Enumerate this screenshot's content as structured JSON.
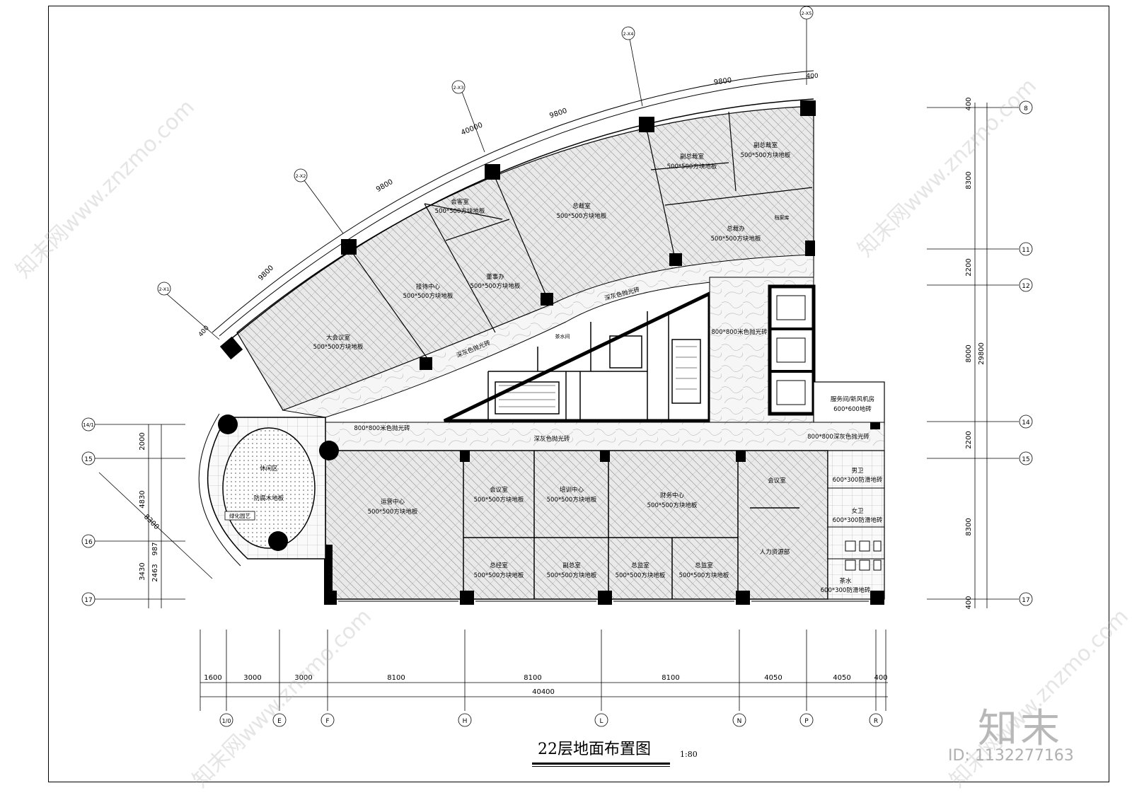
{
  "title": "22层地面布置图",
  "scale": "1:80",
  "brand": "知末",
  "id_text": "ID: 1132277163",
  "watermark": "知末网www.znzmo.com",
  "rooms": [
    {
      "name": "大会议室",
      "floor": "500*500方块地板"
    },
    {
      "name": "接待中心",
      "floor": "500*500方块地板"
    },
    {
      "name": "董事办",
      "floor": "500*500方块地板"
    },
    {
      "name": "会客室",
      "floor": "500*500方块地板"
    },
    {
      "name": "总裁室",
      "floor": "500*500方块地板"
    },
    {
      "name": "副总裁室",
      "floor": "500*500方块地板"
    },
    {
      "name": "副总裁室",
      "floor": "500*500方块地板"
    },
    {
      "name": "总裁办",
      "floor": "500*500方块地板"
    },
    {
      "name": "运营中心",
      "floor": "500*500方块地板"
    },
    {
      "name": "会议室",
      "floor": "500*500方块地板"
    },
    {
      "name": "培训中心",
      "floor": "500*500方块地板"
    },
    {
      "name": "财务中心",
      "floor": "500*500方块地板"
    },
    {
      "name": "总经室",
      "floor": "500*500方块地板"
    },
    {
      "name": "副总室",
      "floor": "500*500方块地板"
    },
    {
      "name": "总监室",
      "floor": "500*500方块地板"
    },
    {
      "name": "总监室",
      "floor": "500*500方块地板"
    }
  ],
  "labels": {
    "corridor_arc_1": "深灰色抛光砖",
    "corridor_arc_2": "深灰色抛光砖",
    "corridor_main": "深灰色抛光砖",
    "lobby_floor": "800*800米色抛光砖",
    "lobby_floor_2": "800*800米色抛光砖",
    "service_floor": "800*800深灰色抛光砖",
    "meeting_small": "会议室",
    "hr": "人力资源部",
    "service_room": "服务间/新风机房",
    "service_room_floor": "600*600地砖",
    "toilet_1": "男卫",
    "toilet_1_floor": "600*300防滑地砖",
    "toilet_2": "女卫",
    "toilet_2_floor": "600*300防滑地砖",
    "tea": "茶水",
    "tea_floor": "600*300防滑地砖",
    "rest_area": "休闲区",
    "rest_floor": "防腐木地板",
    "planter": "绿化园艺",
    "store": "茶水间",
    "archive": "档案库"
  },
  "bottom_dims": [
    "1600",
    "3000",
    "3000",
    "8100",
    "8100",
    "8100",
    "4050",
    "4050",
    "400"
  ],
  "bottom_total": "40400",
  "bottom_axes": [
    "1/0",
    "E",
    "F",
    "H",
    "L",
    "N",
    "P",
    "R"
  ],
  "right_dims": [
    "400",
    "8300",
    "2200",
    "8000",
    "2200",
    "8300",
    "400"
  ],
  "right_total": "29800",
  "right_axes": [
    "8",
    "11",
    "12",
    "14",
    "15",
    "17"
  ],
  "left_dims": [
    "2000",
    "4830",
    "987",
    "2463",
    "3430",
    "8300"
  ],
  "left_axes": [
    "14/1",
    "15",
    "16",
    "17"
  ],
  "arc_dims": [
    "9800",
    "9800",
    "9800",
    "9800",
    "40000",
    "400",
    "400"
  ],
  "arc_axes": [
    "2-X1",
    "2-X2",
    "2-X3",
    "2-X4",
    "2-X5"
  ]
}
